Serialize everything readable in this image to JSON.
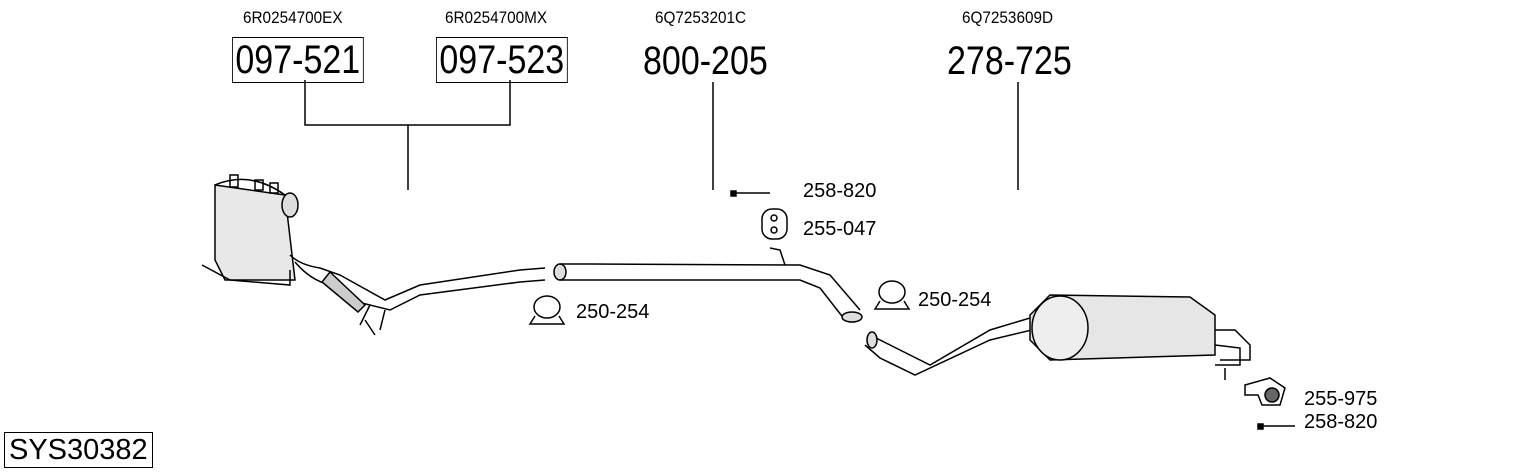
{
  "system_id": "SYS30382",
  "main_parts": [
    {
      "oe": "6R0254700EX",
      "part": "097-521",
      "boxed": true
    },
    {
      "oe": "6R0254700MX",
      "part": "097-523",
      "boxed": true
    },
    {
      "oe": "6Q7253201C",
      "part": "800-205",
      "boxed": false
    },
    {
      "oe": "6Q7253609D",
      "part": "278-725",
      "boxed": false
    }
  ],
  "accessories": [
    "258-820",
    "255-047",
    "250-254",
    "250-254",
    "255-975",
    "258-820"
  ]
}
